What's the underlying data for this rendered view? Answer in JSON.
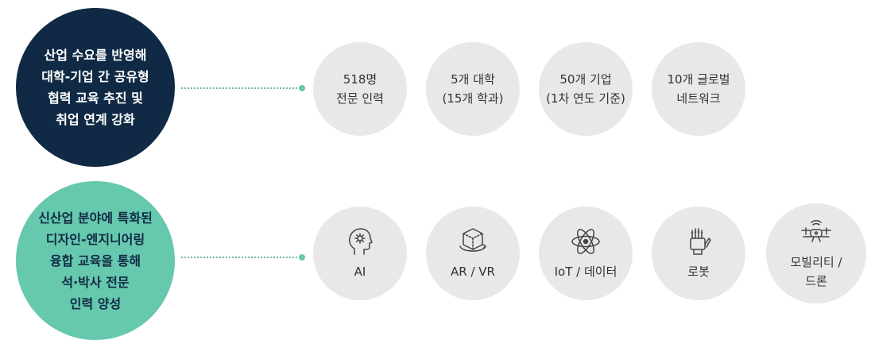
{
  "top": {
    "circle_text": [
      "산업 수요를 반영해",
      "대학-기업 간 공유형",
      "협력 교육 추진 및",
      "취업 연계 강화"
    ],
    "stats": [
      {
        "lines": [
          "518명",
          "전문 인력"
        ]
      },
      {
        "lines": [
          "5개 대학",
          "(15개 학과)"
        ]
      },
      {
        "lines": [
          "50개 기업",
          "(1차 연도 기준)"
        ]
      },
      {
        "lines": [
          "10개 글로벌",
          "네트워크"
        ]
      }
    ]
  },
  "bottom": {
    "circle_text": [
      "신산업 분야에 특화된",
      "디자인-엔지니어링",
      "융합 교육을 통해",
      "석·박사 전문",
      "인력 양성"
    ],
    "fields": [
      {
        "icon": "brain-gear-icon",
        "lines": [
          "AI"
        ]
      },
      {
        "icon": "vr-cube-icon",
        "lines": [
          "AR / VR"
        ]
      },
      {
        "icon": "atom-icon",
        "lines": [
          "IoT / 데이터"
        ]
      },
      {
        "icon": "robot-hand-icon",
        "lines": [
          "로봇"
        ]
      },
      {
        "icon": "drone-icon",
        "lines": [
          "모빌리티 /",
          "드론"
        ]
      }
    ]
  },
  "colors": {
    "navy": "#102a45",
    "green": "#66c8ad",
    "grey": "#e8e8e8"
  }
}
